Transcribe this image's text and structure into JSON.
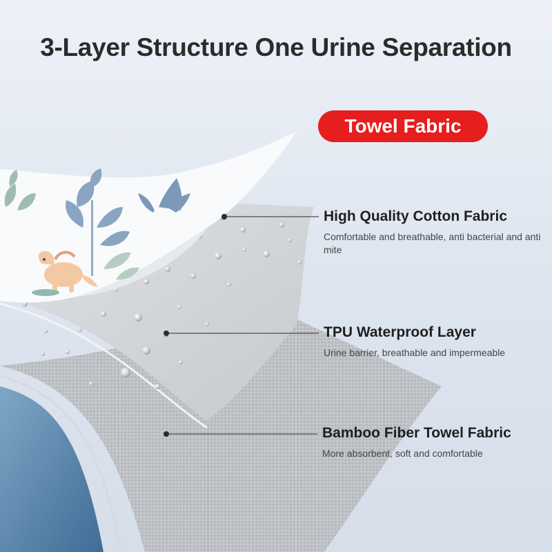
{
  "title": "3-Layer Structure One Urine Separation",
  "badge": "Towel Fabric",
  "layers": [
    {
      "name": "High Quality Cotton Fabric",
      "description": "Comfortable and breathable, anti bacterial and anti mite"
    },
    {
      "name": "TPU Waterproof Layer",
      "description": "Urine barrier, breathable and impermeable"
    },
    {
      "name": "Bamboo Fiber Towel Fabric",
      "description": "More absorbent, soft and comfortable"
    }
  ],
  "colors": {
    "badge": "#e61e1e",
    "background": "#dfe6f1",
    "towel_layer": "#b9bcc0",
    "tpu_layer": "#d2d4d7",
    "cotton_layer": "#f7f9fb",
    "base_blue": "#5c87ab"
  },
  "icons": [
    "leaf-icon",
    "dinosaur-icon",
    "water-drop-icon"
  ]
}
